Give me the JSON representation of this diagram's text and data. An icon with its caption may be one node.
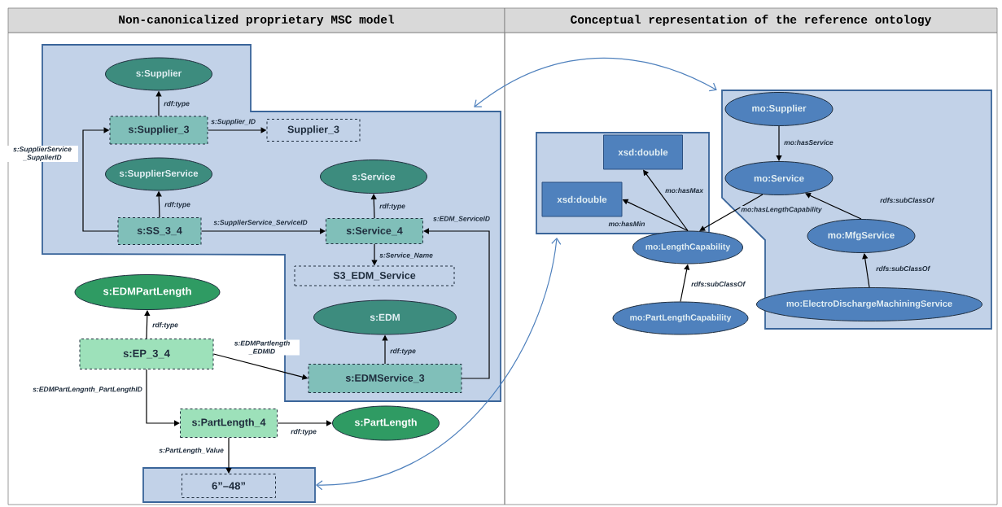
{
  "diagram": {
    "nodes": [
      {
        "text": [],
        "shape": "box"
      },
      {
        "text": [
          "s:Supplier"
        ],
        "in": 0
      },
      {
        "text": [
          "s:Supplier_3"
        ],
        "in": 0
      },
      {
        "text": [
          "Supplier_3"
        ],
        "in": 0
      },
      {
        "text": [
          "s:SupplierService"
        ],
        "in": 0
      },
      {
        "text": [
          "s:SS_3_4"
        ],
        "in": 0
      },
      {
        "text": [
          "s:Service"
        ],
        "in": 0
      },
      {
        "text": [
          "s:Service_4"
        ],
        "in": 0
      },
      {
        "text": [
          "S3_EDM_Service"
        ],
        "in": 0
      },
      {
        "text": [
          "s:EDM"
        ],
        "in": 0
      },
      {
        "text": [
          "s:EDMService_3"
        ],
        "in": 0
      },
      {
        "text": [
          "s:EDMPartLength"
        ]
      },
      {
        "text": [
          "s:EP_3_4"
        ]
      },
      {
        "text": [
          "s:PartLength_4"
        ]
      },
      {
        "text": [
          "s:PartLength"
        ]
      },
      {
        "text": [],
        "shape": "box"
      },
      {
        "text": [
          "6”–48”"
        ],
        "in": 15
      },
      {
        "text": [],
        "shape": "box"
      },
      {
        "text": [
          "xsd:double"
        ],
        "in": 17
      },
      {
        "text": [
          "xsd:double"
        ],
        "in": 17
      },
      {
        "text": [],
        "shape": "box"
      },
      {
        "text": [
          "mo:Supplier"
        ],
        "in": 20
      },
      {
        "text": [
          "mo:Service"
        ],
        "in": 20
      },
      {
        "text": [
          "mo:MfgService"
        ],
        "in": 20
      },
      {
        "text": [
          "mo:ElectroDischargeMachiningService"
        ],
        "in": 20
      },
      {
        "text": [
          "mo:LengthCapability"
        ]
      },
      {
        "text": [
          "mo:PartLengthCapability"
        ]
      }
    ],
    "edges": [
      {
        "from": 2,
        "to": 1,
        "arrow": "to",
        "label": "rdf:type"
      },
      {
        "from": 2,
        "to": 3,
        "arrow": "to",
        "label": "s:Supplier_ID"
      },
      {
        "from": 5,
        "to": 2,
        "arrow": "to",
        "label": "s:SupplierService _SupplierID"
      },
      {
        "from": 5,
        "to": 4,
        "arrow": "to",
        "label": "rdf:type"
      },
      {
        "from": 5,
        "to": 7,
        "arrow": "to",
        "label": "s:SupplierService_ServiceID"
      },
      {
        "from": 7,
        "to": 6,
        "arrow": "to",
        "label": "rdf:type"
      },
      {
        "from": 7,
        "to": 8,
        "arrow": "to",
        "label": "s:Service_Name"
      },
      {
        "from": 10,
        "to": 9,
        "arrow": "to",
        "label": "rdf:type"
      },
      {
        "from": 10,
        "to": 7,
        "arrow": "to",
        "label": "s:EDM_ServiceID"
      },
      {
        "from": 12,
        "to": 11,
        "arrow": "to",
        "label": "rdf:type"
      },
      {
        "from": 12,
        "to": 10,
        "arrow": "to",
        "label": "s:EDMPartlength _EDMID"
      },
      {
        "from": 12,
        "to": 13,
        "arrow": "to",
        "label": "s:EDMPartLengnth_PartLengthID"
      },
      {
        "from": 13,
        "to": 14,
        "arrow": "to",
        "label": "rdf:type"
      },
      {
        "from": 13,
        "to": 16,
        "arrow": "to",
        "label": "s:PartLength_Value"
      },
      {
        "from": 0,
        "to": 20,
        "arrow": "both",
        "color": "#4f81bd"
      },
      {
        "from": 15,
        "to": 17,
        "arrow": "both",
        "color": "#4f81bd"
      },
      {
        "from": 21,
        "to": 22,
        "arrow": "to",
        "label": "mo:hasService"
      },
      {
        "from": 22,
        "to": 25,
        "arrow": "to",
        "label": "mo:hasLengthCapability"
      },
      {
        "from": 23,
        "to": 22,
        "arrow": "to",
        "label": "rdfs:subClassOf"
      },
      {
        "from": 24,
        "to": 23,
        "arrow": "to",
        "label": "rdfs:subClassOf"
      },
      {
        "from": 25,
        "to": 18,
        "arrow": "to",
        "label": "mo:hasMax"
      },
      {
        "from": 25,
        "to": 19,
        "arrow": "to",
        "label": "mo:hasMin"
      },
      {
        "from": 26,
        "to": 25,
        "arrow": "to",
        "label": "rdfs:subClassOf"
      }
    ],
    "labels": [
      "Non-canonicalized proprietary MSC model",
      "Conceptual representation of the reference ontology"
    ]
  }
}
